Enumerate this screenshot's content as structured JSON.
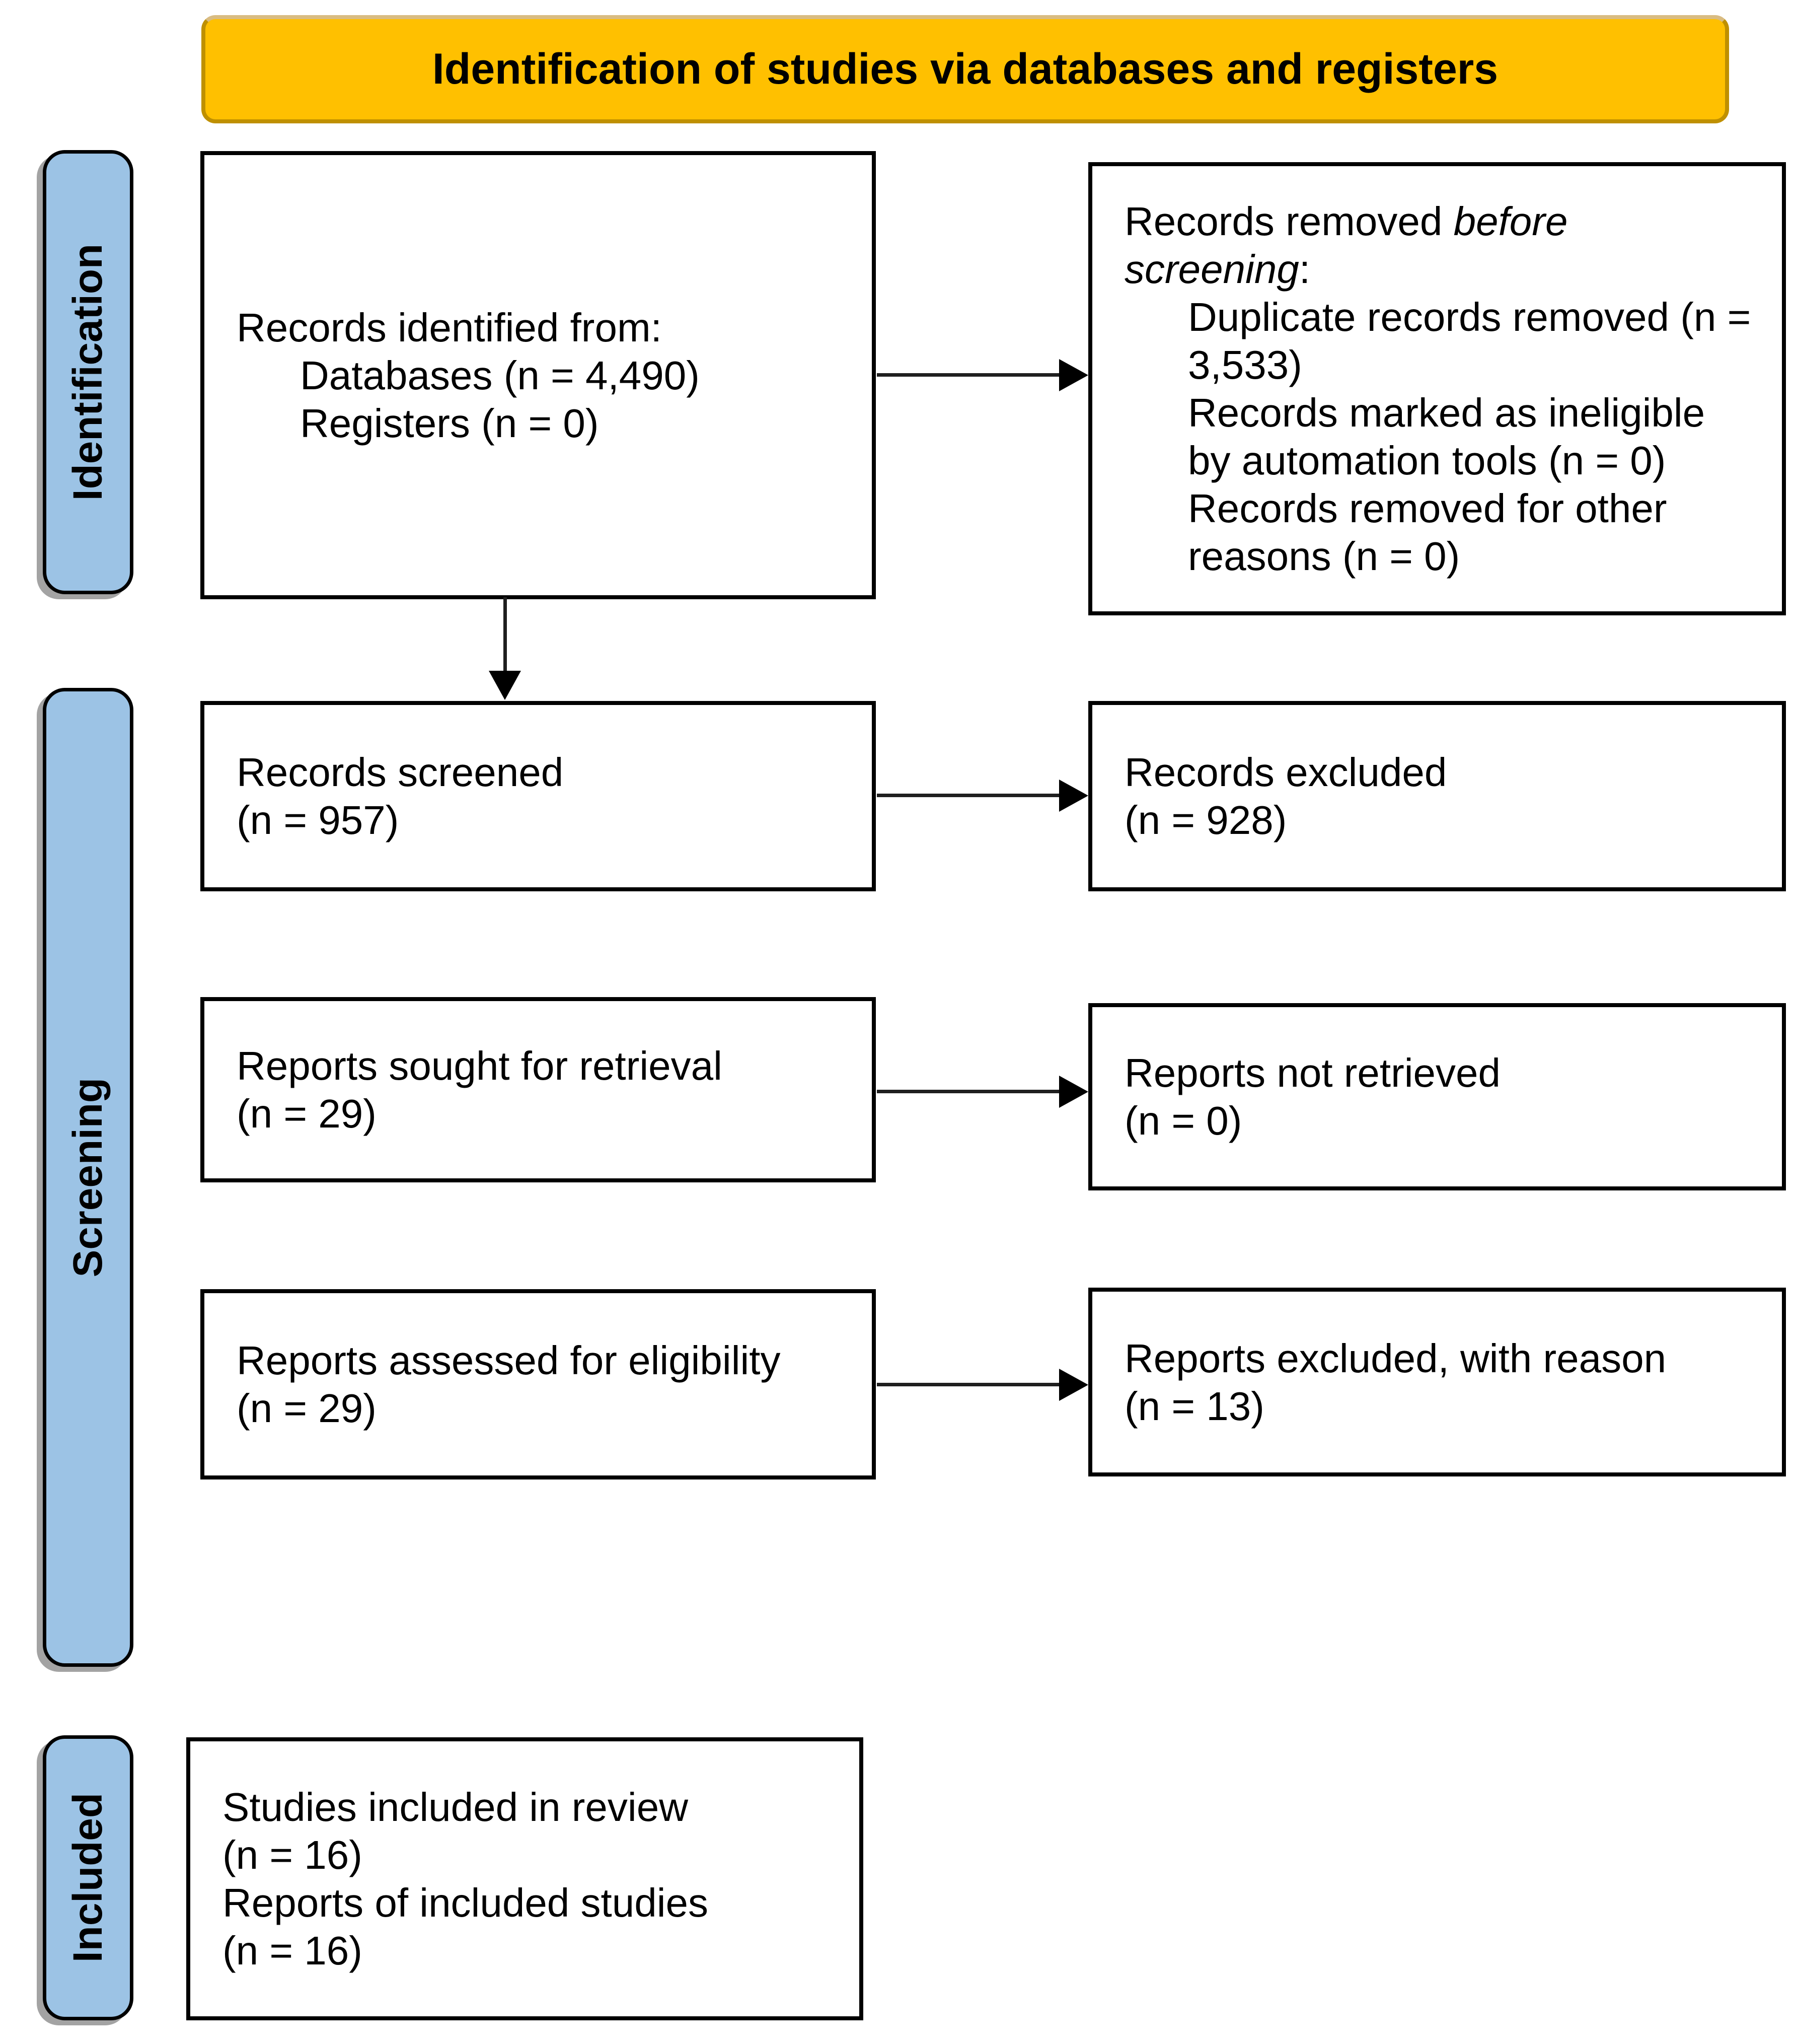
{
  "banner": {
    "title": "Identification of studies via databases and registers"
  },
  "stages": {
    "identification": "Identification",
    "screening": "Screening",
    "included": "Included"
  },
  "boxes": {
    "identified": {
      "line1": "Records identified from:",
      "items": [
        "Databases (n = 4,490)",
        "Registers (n = 0)"
      ]
    },
    "removed": {
      "prefix": "Records removed ",
      "italic": "before screening",
      "suffix": ":",
      "items": [
        "Duplicate records removed (n = 3,533)",
        "Records marked as ineligible by automation tools (n = 0)",
        "Records removed for other reasons (n = 0)"
      ]
    },
    "screened": {
      "label": "Records screened",
      "count": "(n = 957)"
    },
    "records_excluded": {
      "label": "Records excluded",
      "count": "(n = 928)"
    },
    "sought": {
      "label": "Reports sought for retrieval",
      "count": "(n = 29)"
    },
    "not_retrieved": {
      "label": "Reports not retrieved",
      "count": "(n = 0)"
    },
    "assessed": {
      "label": "Reports assessed for eligibility",
      "count": "(n = 29)"
    },
    "reports_excluded": {
      "label": "Reports excluded, with reason",
      "count": "(n = 13)"
    },
    "included_box": {
      "line1": "Studies included in review",
      "count1": "(n = 16)",
      "line2": "Reports of included studies",
      "count2": "(n = 16)"
    }
  },
  "colors": {
    "banner_fill": "#FFC000",
    "banner_border": "#BF9000",
    "stage_fill": "#9CC3E5",
    "box_border": "#000000",
    "arrow": "#1F1F1F"
  }
}
